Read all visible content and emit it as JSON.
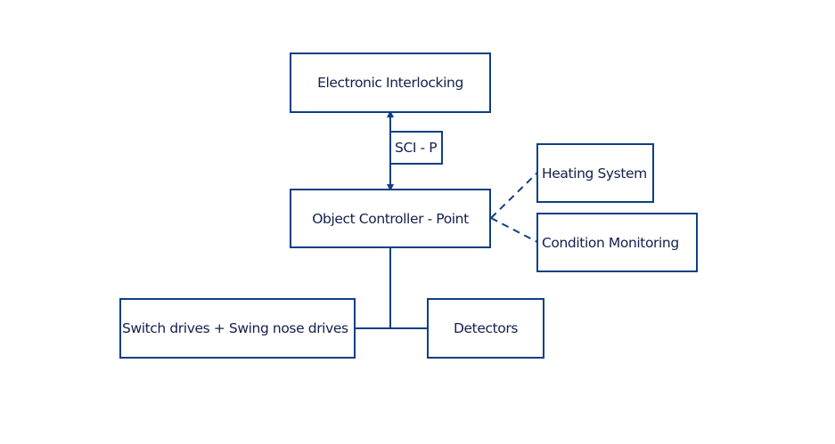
{
  "diagram": {
    "colors": {
      "line": "#0e3f84",
      "text": "#13204d",
      "background": "#ffffff"
    },
    "nodes": {
      "electronic_interlocking": "Electronic Interlocking",
      "sci_p": "SCI - P",
      "object_controller": "Object Controller - Point",
      "heating_system": "Heating System",
      "condition_monitoring": "Condition Monitoring",
      "switch_drives": "Switch drives + Swing nose drives",
      "detectors": "Detectors"
    },
    "edges": [
      {
        "from": "electronic_interlocking",
        "to": "object_controller",
        "style": "solid",
        "arrows": "both",
        "label": "SCI - P"
      },
      {
        "from": "object_controller",
        "to": "heating_system",
        "style": "dashed"
      },
      {
        "from": "object_controller",
        "to": "condition_monitoring",
        "style": "dashed"
      },
      {
        "from": "object_controller",
        "to": "switch_drives",
        "style": "solid"
      },
      {
        "from": "object_controller",
        "to": "detectors",
        "style": "solid"
      }
    ]
  }
}
